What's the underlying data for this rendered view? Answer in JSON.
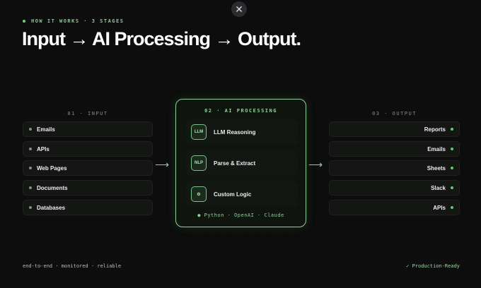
{
  "close_label": "✕",
  "eyebrow": "HOW IT WORKS · 3 STAGES",
  "title": "Input → AI Processing → Output.",
  "input": {
    "label": "01 · INPUT",
    "items": [
      "Emails",
      "APIs",
      "Web Pages",
      "Documents",
      "Databases"
    ]
  },
  "processing": {
    "label": "02 · AI PROCESSING",
    "items": [
      {
        "badge": "LLM",
        "label": "LLM Reasoning"
      },
      {
        "badge": "NLP",
        "label": "Parse & Extract"
      },
      {
        "badge": "⚙",
        "label": "Custom Logic"
      }
    ],
    "stack": "● Python · OpenAI · Claude"
  },
  "output": {
    "label": "03 · OUTPUT",
    "items": [
      "Reports",
      "Emails",
      "Sheets",
      "Slack",
      "APIs"
    ]
  },
  "arrow": "⟶",
  "footer": {
    "left": "end-to-end · monitored · reliable",
    "right": "✓ Production-Ready"
  }
}
